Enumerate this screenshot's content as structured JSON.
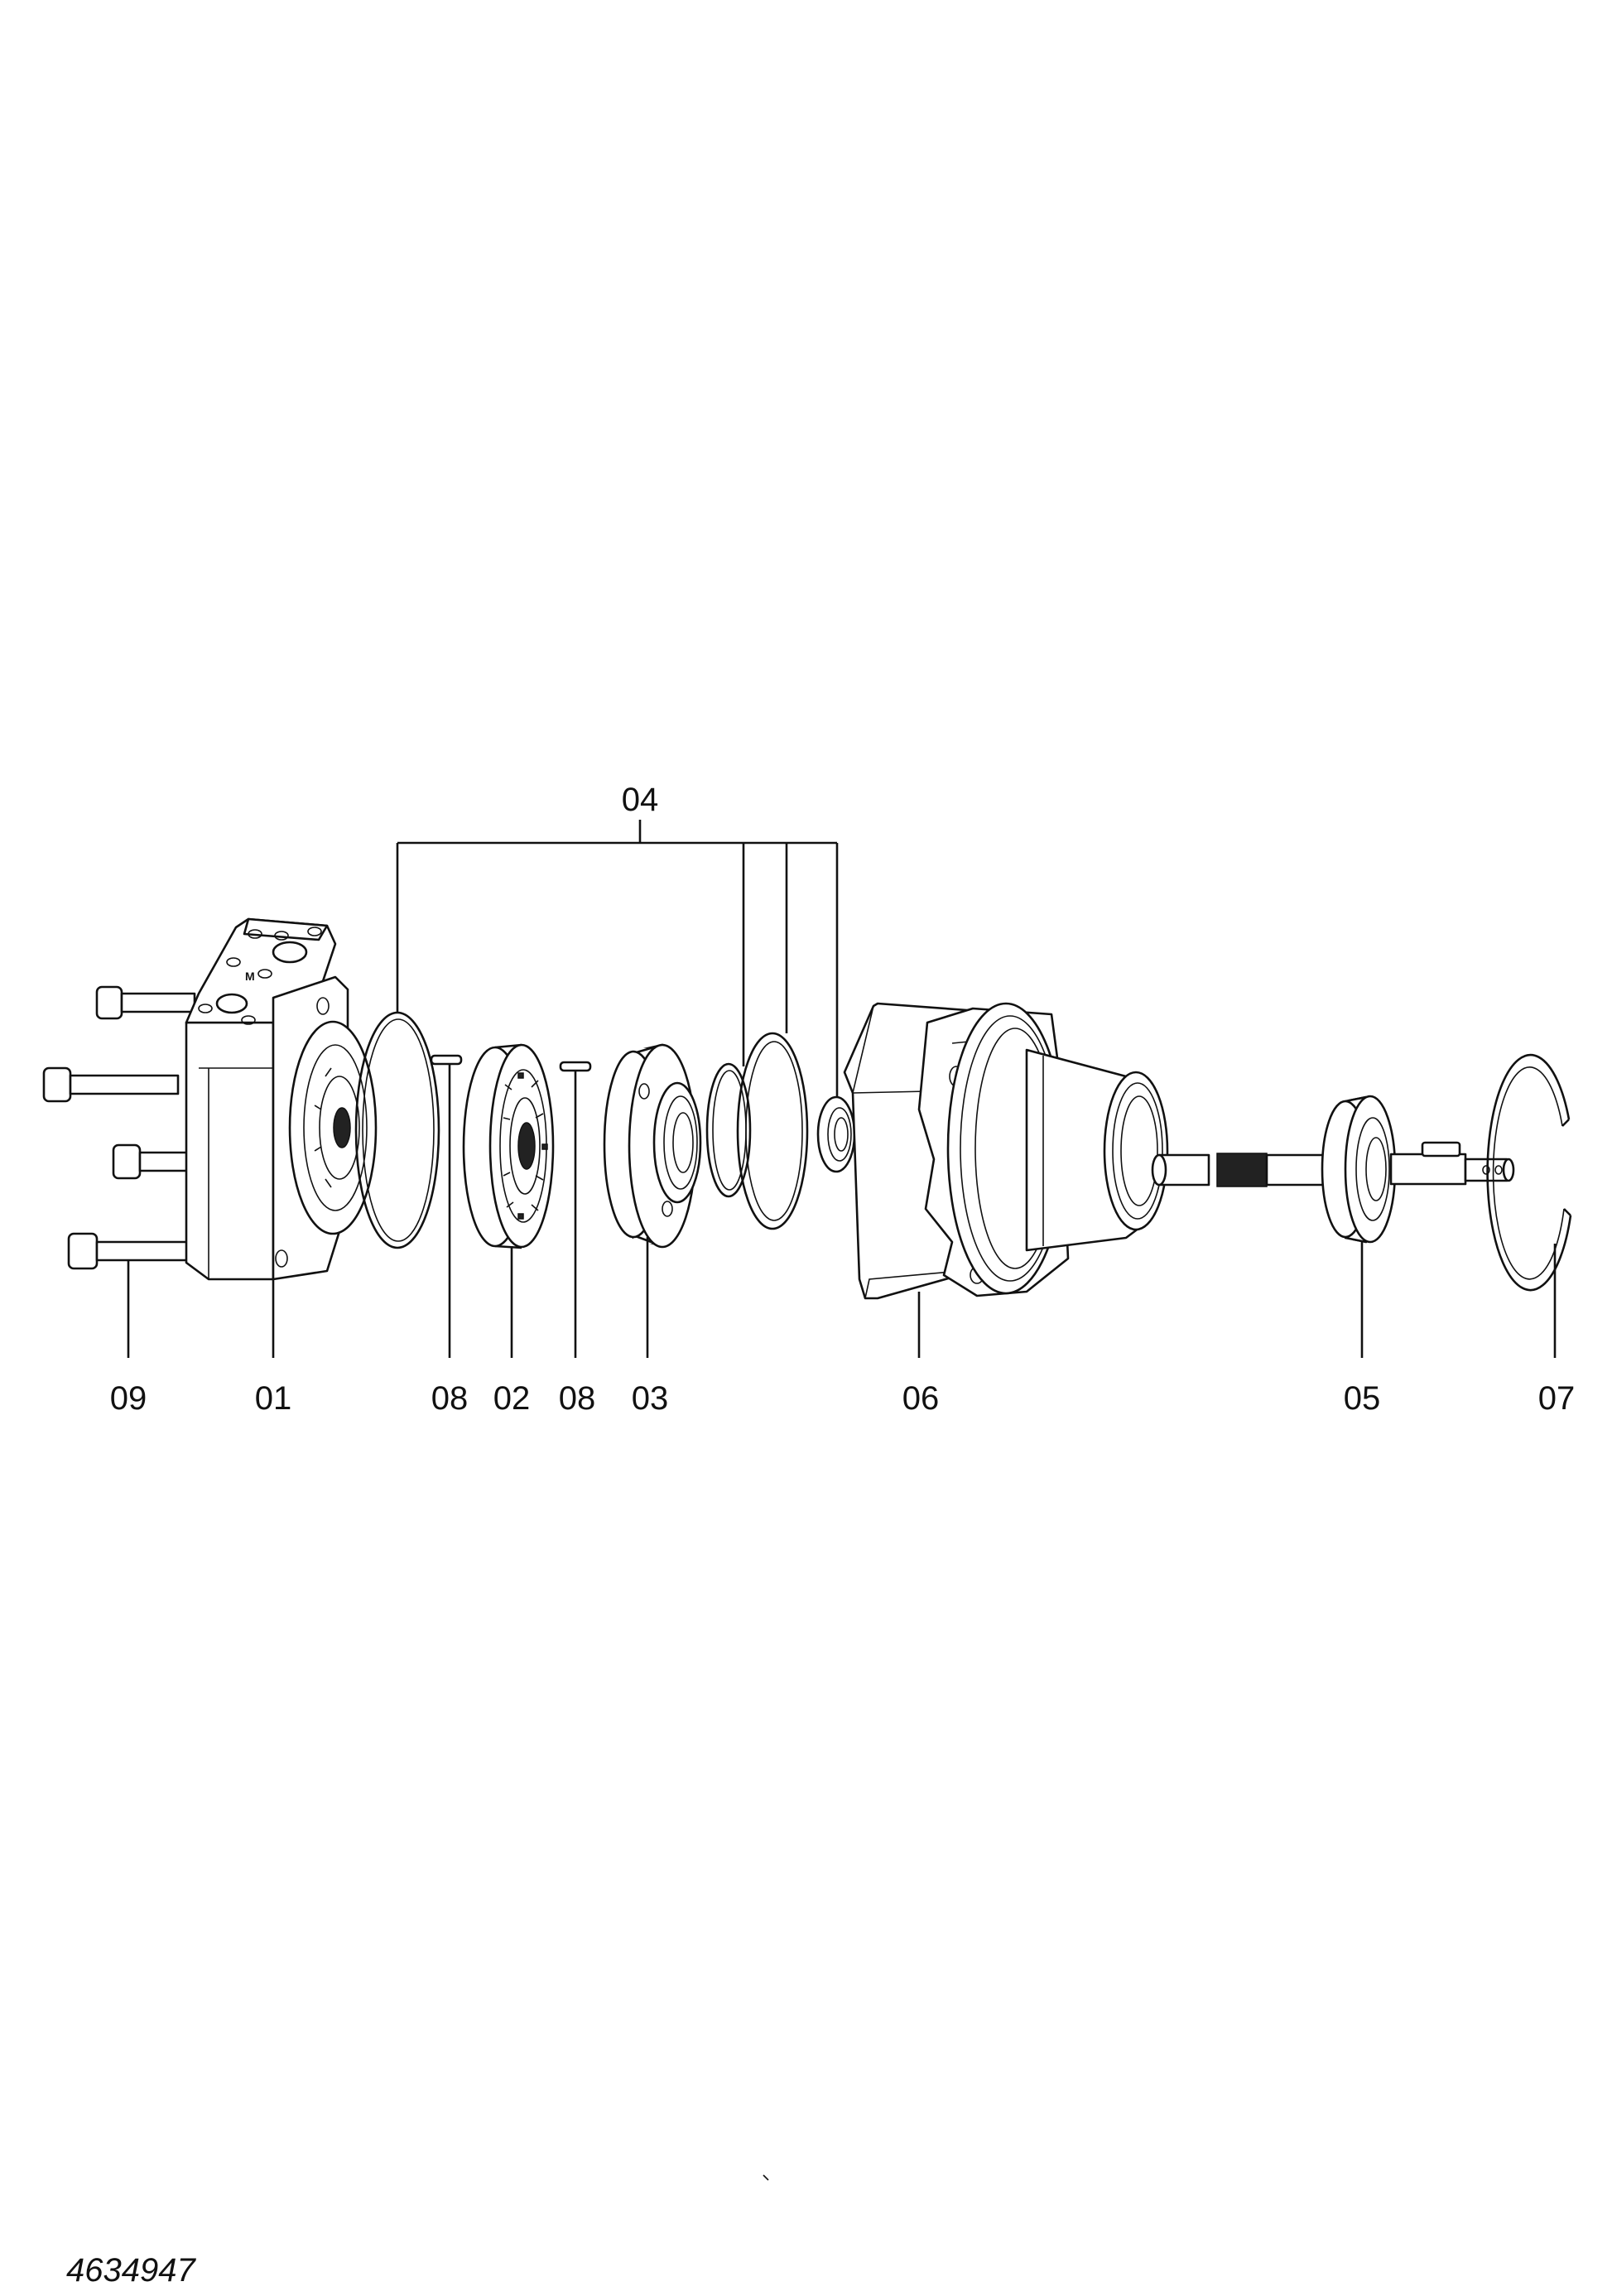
{
  "document_number": "4634947",
  "callouts": {
    "c01": "01",
    "c02": "02",
    "c03": "03",
    "c04": "04",
    "c05": "05",
    "c06": "06",
    "c07": "07",
    "c08a": "08",
    "c08b": "08",
    "c09": "09"
  },
  "block_mark": "M"
}
